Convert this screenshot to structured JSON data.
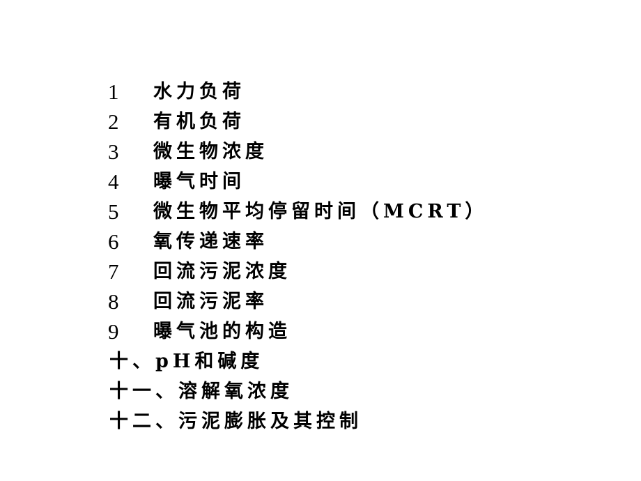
{
  "slide": {
    "items": [
      {
        "number": "1",
        "text": "水力负荷"
      },
      {
        "number": "2",
        "text": "有机负荷"
      },
      {
        "number": "3",
        "text": "微生物浓度"
      },
      {
        "number": "4",
        "text": "曝气时间"
      },
      {
        "number": "5",
        "text": "微生物平均停留时间（MCRT）"
      },
      {
        "number": "6",
        "text": "氧传递速率"
      },
      {
        "number": "7",
        "text": "回流污泥浓度"
      },
      {
        "number": "8",
        "text": "回流污泥率"
      },
      {
        "number": "9",
        "text": "曝气池的构造"
      },
      {
        "number": "",
        "text": "十、pH和碱度"
      },
      {
        "number": "",
        "text": "十一、溶解氧浓度"
      },
      {
        "number": "",
        "text": "十二、污泥膨胀及其控制"
      }
    ]
  }
}
